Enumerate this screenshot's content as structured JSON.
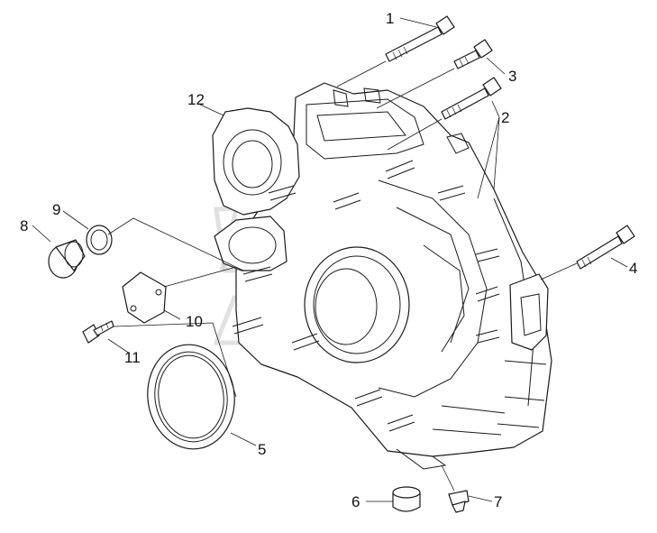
{
  "diagram": {
    "callouts": [
      {
        "id": "c1",
        "text": "1"
      },
      {
        "id": "c2",
        "text": "2"
      },
      {
        "id": "c3",
        "text": "3"
      },
      {
        "id": "c4",
        "text": "4"
      },
      {
        "id": "c5",
        "text": "5"
      },
      {
        "id": "c6",
        "text": "6"
      },
      {
        "id": "c7",
        "text": "7"
      },
      {
        "id": "c8",
        "text": "8"
      },
      {
        "id": "c9",
        "text": "9"
      },
      {
        "id": "c10",
        "text": "10"
      },
      {
        "id": "c11",
        "text": "11"
      },
      {
        "id": "c12",
        "text": "12"
      }
    ],
    "line_color": "#1a1a1a",
    "watermark_color": "#c8c8c8"
  }
}
